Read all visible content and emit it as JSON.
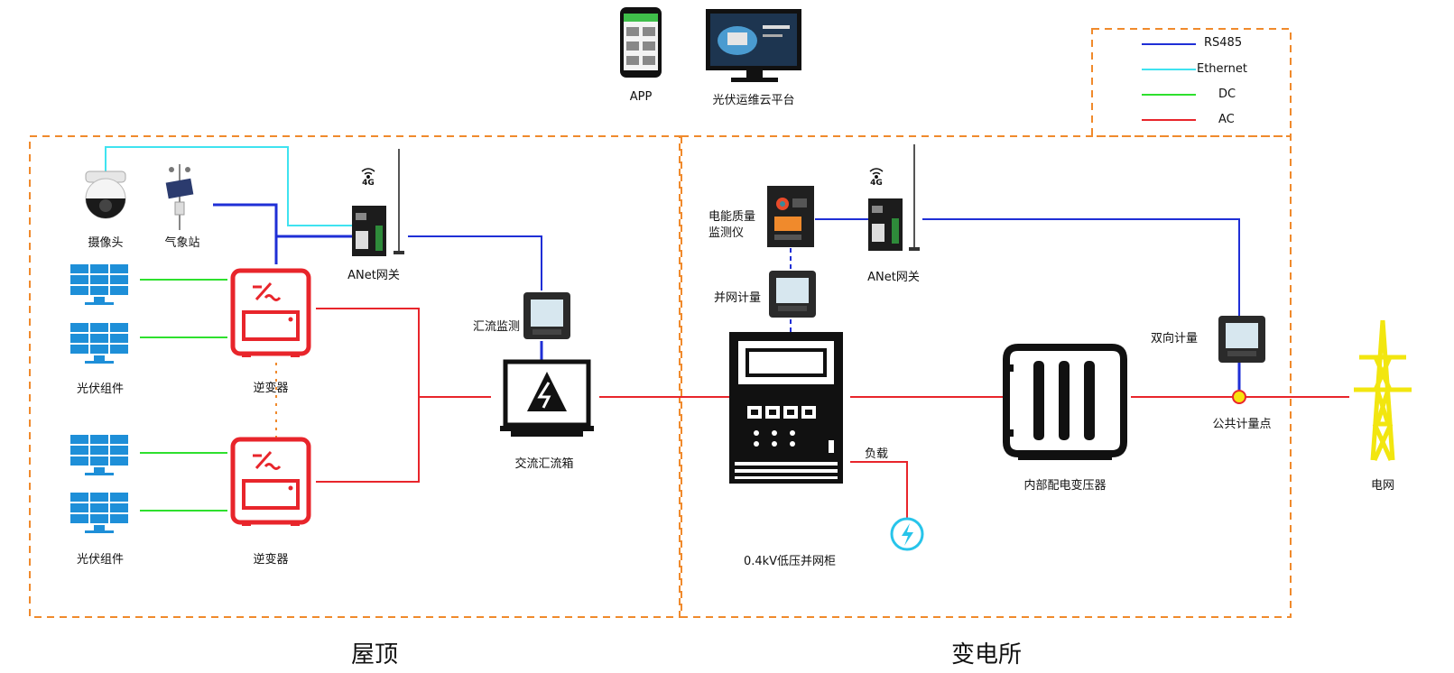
{
  "legend": [
    {
      "key": "rs485",
      "label": "RS485",
      "color": "#1f2fd6"
    },
    {
      "key": "ethernet",
      "label": "Ethernet",
      "color": "#3fe3f0"
    },
    {
      "key": "dc",
      "label": "DC",
      "color": "#2ee02e"
    },
    {
      "key": "ac",
      "label": "AC",
      "color": "#e8252b"
    }
  ],
  "top": {
    "app": "APP",
    "cloud": "光伏运维云平台"
  },
  "rooftop": {
    "camera": "摄像头",
    "weather": "气象站",
    "gateway": "ANet网关",
    "signal": "4G",
    "pv1": "光伏组件",
    "pv2": "光伏组件",
    "inverter1": "逆变器",
    "inverter2": "逆变器",
    "combiner_monitor": "汇流监测",
    "ac_combiner": "交流汇流箱"
  },
  "substation": {
    "pq_monitor_line1": "电能质量",
    "pq_monitor_line2": "监测仪",
    "gateway": "ANet网关",
    "signal": "4G",
    "grid_meter": "并网计量",
    "cabinet": "0.4kV低压并网柜",
    "load": "负载",
    "transformer": "内部配电变压器",
    "bidirectional_meter": "双向计量",
    "pcc": "公共计量点",
    "grid": "电网"
  },
  "sections": {
    "left": "屋顶",
    "right": "变电所"
  },
  "colors": {
    "border": "#f08a2c",
    "inverter": "#e8252b",
    "pv": "#1e8fd8",
    "tower": "#f2e60f"
  }
}
